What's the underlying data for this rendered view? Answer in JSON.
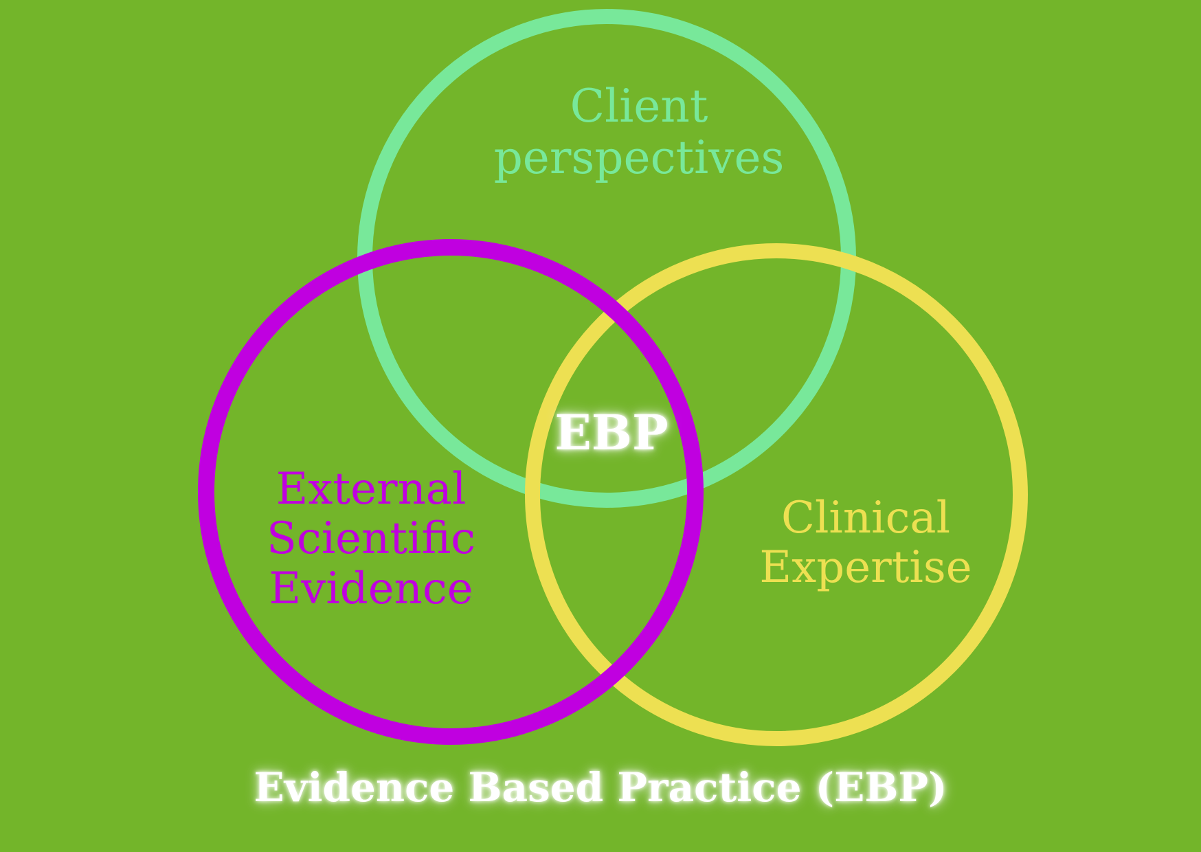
{
  "colors": {
    "background": "#73b52a",
    "client": "#78e89a",
    "external": "#c000e0",
    "clinical": "#ede052",
    "center": "#ffffff",
    "footer": "#ffffff"
  },
  "diagram": {
    "circles": [
      {
        "id": "client",
        "color_key": "client"
      },
      {
        "id": "external",
        "color_key": "external"
      },
      {
        "id": "clinical",
        "color_key": "clinical"
      }
    ],
    "labels": {
      "client": [
        "Client",
        "perspectives"
      ],
      "external": [
        "External",
        "Scientific",
        "Evidence"
      ],
      "clinical": [
        "Clinical",
        "Expertise"
      ],
      "center": "EBP"
    }
  },
  "footer": {
    "title": "Evidence Based Practice (EBP)"
  }
}
